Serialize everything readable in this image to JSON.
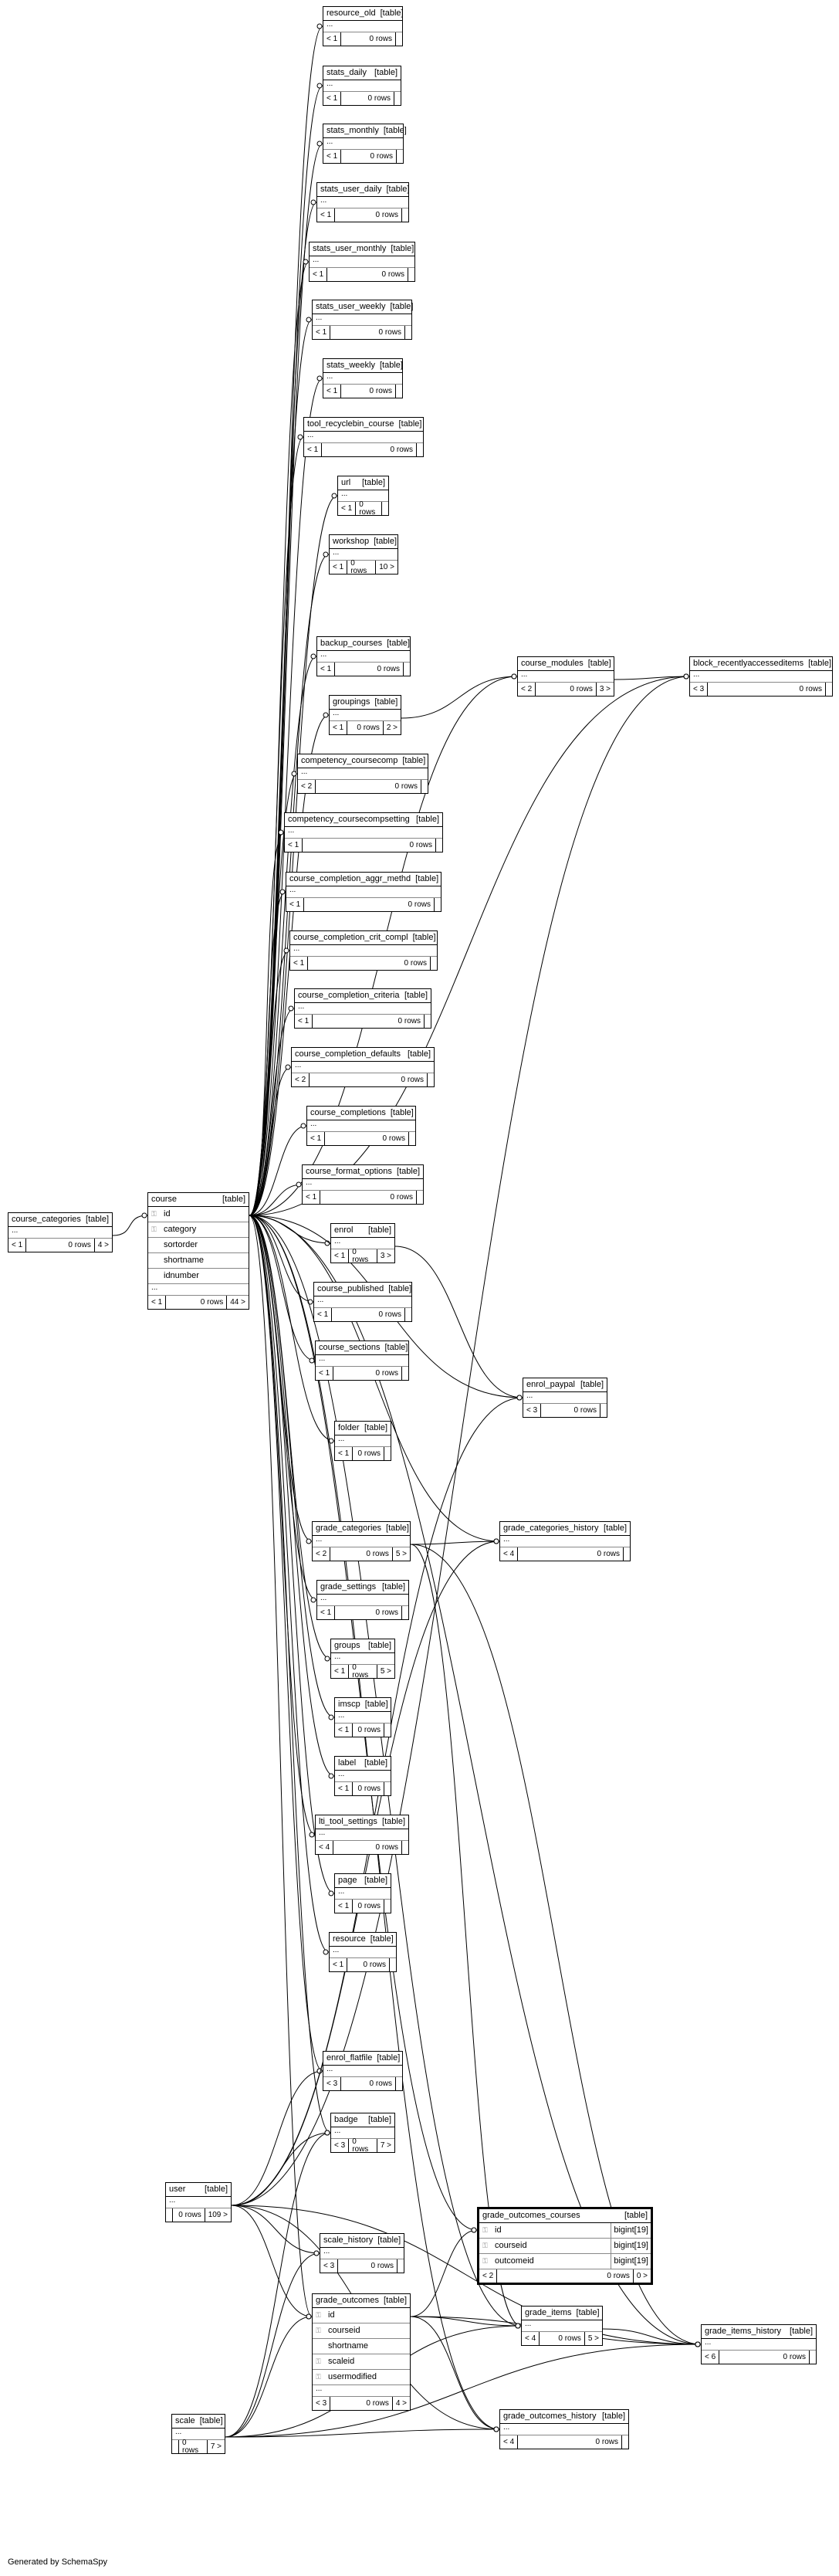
{
  "footer_credit": "Generated by SchemaSpy",
  "tables": [
    {
      "id": "resource_old",
      "name": "resource_old",
      "label": "[table]",
      "parents": "< 1",
      "rows": "0 rows",
      "children": "",
      "ellipsis": "..."
    },
    {
      "id": "stats_daily",
      "name": "stats_daily",
      "label": "[table]",
      "parents": "< 1",
      "rows": "0 rows",
      "children": "",
      "ellipsis": "..."
    },
    {
      "id": "stats_monthly",
      "name": "stats_monthly",
      "label": "[table]",
      "parents": "< 1",
      "rows": "0 rows",
      "children": "",
      "ellipsis": "..."
    },
    {
      "id": "stats_user_daily",
      "name": "stats_user_daily",
      "label": "[table]",
      "parents": "< 1",
      "rows": "0 rows",
      "children": "",
      "ellipsis": "..."
    },
    {
      "id": "stats_user_monthly",
      "name": "stats_user_monthly",
      "label": "[table]",
      "parents": "< 1",
      "rows": "0 rows",
      "children": "",
      "ellipsis": "..."
    },
    {
      "id": "stats_user_weekly",
      "name": "stats_user_weekly",
      "label": "[table]",
      "parents": "< 1",
      "rows": "0 rows",
      "children": "",
      "ellipsis": "..."
    },
    {
      "id": "stats_weekly",
      "name": "stats_weekly",
      "label": "[table]",
      "parents": "< 1",
      "rows": "0 rows",
      "children": "",
      "ellipsis": "..."
    },
    {
      "id": "tool_recyclebin_course",
      "name": "tool_recyclebin_course",
      "label": "[table]",
      "parents": "< 1",
      "rows": "0 rows",
      "children": "",
      "ellipsis": "..."
    },
    {
      "id": "url",
      "name": "url",
      "label": "[table]",
      "parents": "< 1",
      "rows": "0 rows",
      "children": "",
      "ellipsis": "..."
    },
    {
      "id": "workshop",
      "name": "workshop",
      "label": "[table]",
      "parents": "< 1",
      "rows": "0 rows",
      "children": "10 >",
      "ellipsis": "..."
    },
    {
      "id": "backup_courses",
      "name": "backup_courses",
      "label": "[table]",
      "parents": "< 1",
      "rows": "0 rows",
      "children": "",
      "ellipsis": "..."
    },
    {
      "id": "course_modules",
      "name": "course_modules",
      "label": "[table]",
      "parents": "< 2",
      "rows": "0 rows",
      "children": "3 >",
      "ellipsis": "..."
    },
    {
      "id": "block_recentlyaccesseditems",
      "name": "block_recentlyaccesseditems",
      "label": "[table]",
      "parents": "< 3",
      "rows": "0 rows",
      "children": "",
      "ellipsis": "..."
    },
    {
      "id": "groupings",
      "name": "groupings",
      "label": "[table]",
      "parents": "< 1",
      "rows": "0 rows",
      "children": "2 >",
      "ellipsis": "..."
    },
    {
      "id": "competency_coursecomp",
      "name": "competency_coursecomp",
      "label": "[table]",
      "parents": "< 2",
      "rows": "0 rows",
      "children": "",
      "ellipsis": "..."
    },
    {
      "id": "competency_coursecompsetting",
      "name": "competency_coursecompsetting",
      "label": "[table]",
      "parents": "< 1",
      "rows": "0 rows",
      "children": "",
      "ellipsis": "..."
    },
    {
      "id": "course_completion_aggr_methd",
      "name": "course_completion_aggr_methd",
      "label": "[table]",
      "parents": "< 1",
      "rows": "0 rows",
      "children": "",
      "ellipsis": "..."
    },
    {
      "id": "course_completion_crit_compl",
      "name": "course_completion_crit_compl",
      "label": "[table]",
      "parents": "< 1",
      "rows": "0 rows",
      "children": "",
      "ellipsis": "..."
    },
    {
      "id": "course_completion_criteria",
      "name": "course_completion_criteria",
      "label": "[table]",
      "parents": "< 1",
      "rows": "0 rows",
      "children": "",
      "ellipsis": "..."
    },
    {
      "id": "course_completion_defaults",
      "name": "course_completion_defaults",
      "label": "[table]",
      "parents": "< 2",
      "rows": "0 rows",
      "children": "",
      "ellipsis": "..."
    },
    {
      "id": "course_completions",
      "name": "course_completions",
      "label": "[table]",
      "parents": "< 1",
      "rows": "0 rows",
      "children": "",
      "ellipsis": "..."
    },
    {
      "id": "course_format_options",
      "name": "course_format_options",
      "label": "[table]",
      "parents": "< 1",
      "rows": "0 rows",
      "children": "",
      "ellipsis": "..."
    },
    {
      "id": "course_categories",
      "name": "course_categories",
      "label": "[table]",
      "parents": "< 1",
      "rows": "0 rows",
      "children": "4 >",
      "ellipsis": "..."
    },
    {
      "id": "course",
      "name": "course",
      "label": "[table]",
      "parents": "< 1",
      "rows": "0 rows",
      "children": "44 >",
      "ellipsis": "...",
      "columns": [
        {
          "key": "PK",
          "name": "id"
        },
        {
          "key": "FK",
          "name": "category"
        },
        {
          "key": "",
          "name": "sortorder"
        },
        {
          "key": "",
          "name": "shortname"
        },
        {
          "key": "",
          "name": "idnumber"
        }
      ]
    },
    {
      "id": "enrol",
      "name": "enrol",
      "label": "[table]",
      "parents": "< 1",
      "rows": "0 rows",
      "children": "3 >",
      "ellipsis": "..."
    },
    {
      "id": "course_published",
      "name": "course_published",
      "label": "[table]",
      "parents": "< 1",
      "rows": "0 rows",
      "children": "",
      "ellipsis": "..."
    },
    {
      "id": "course_sections",
      "name": "course_sections",
      "label": "[table]",
      "parents": "< 1",
      "rows": "0 rows",
      "children": "",
      "ellipsis": "..."
    },
    {
      "id": "enrol_paypal",
      "name": "enrol_paypal",
      "label": "[table]",
      "parents": "< 3",
      "rows": "0 rows",
      "children": "",
      "ellipsis": "..."
    },
    {
      "id": "folder",
      "name": "folder",
      "label": "[table]",
      "parents": "< 1",
      "rows": "0 rows",
      "children": "",
      "ellipsis": "..."
    },
    {
      "id": "grade_categories",
      "name": "grade_categories",
      "label": "[table]",
      "parents": "< 2",
      "rows": "0 rows",
      "children": "5 >",
      "ellipsis": "..."
    },
    {
      "id": "grade_categories_history",
      "name": "grade_categories_history",
      "label": "[table]",
      "parents": "< 4",
      "rows": "0 rows",
      "children": "",
      "ellipsis": "..."
    },
    {
      "id": "grade_settings",
      "name": "grade_settings",
      "label": "[table]",
      "parents": "< 1",
      "rows": "0 rows",
      "children": "",
      "ellipsis": "..."
    },
    {
      "id": "groups",
      "name": "groups",
      "label": "[table]",
      "parents": "< 1",
      "rows": "0 rows",
      "children": "5 >",
      "ellipsis": "..."
    },
    {
      "id": "imscp",
      "name": "imscp",
      "label": "[table]",
      "parents": "< 1",
      "rows": "0 rows",
      "children": "",
      "ellipsis": "..."
    },
    {
      "id": "label",
      "name": "label",
      "label": "[table]",
      "parents": "< 1",
      "rows": "0 rows",
      "children": "",
      "ellipsis": "..."
    },
    {
      "id": "lti_tool_settings",
      "name": "lti_tool_settings",
      "label": "[table]",
      "parents": "< 4",
      "rows": "0 rows",
      "children": "",
      "ellipsis": "..."
    },
    {
      "id": "page",
      "name": "page",
      "label": "[table]",
      "parents": "< 1",
      "rows": "0 rows",
      "children": "",
      "ellipsis": "..."
    },
    {
      "id": "resource",
      "name": "resource",
      "label": "[table]",
      "parents": "< 1",
      "rows": "0 rows",
      "children": "",
      "ellipsis": "..."
    },
    {
      "id": "enrol_flatfile",
      "name": "enrol_flatfile",
      "label": "[table]",
      "parents": "< 3",
      "rows": "0 rows",
      "children": "",
      "ellipsis": "..."
    },
    {
      "id": "badge",
      "name": "badge",
      "label": "[table]",
      "parents": "< 3",
      "rows": "0 rows",
      "children": "7 >",
      "ellipsis": "..."
    },
    {
      "id": "user",
      "name": "user",
      "label": "[table]",
      "parents": "",
      "rows": "0 rows",
      "children": "109 >",
      "ellipsis": "..."
    },
    {
      "id": "grade_outcomes_courses",
      "name": "grade_outcomes_courses",
      "label": "[table]",
      "parents": "< 2",
      "rows": "0 rows",
      "children": "0 >",
      "focus": true,
      "columns": [
        {
          "key": "PK",
          "name": "id",
          "type": "bigint[19]"
        },
        {
          "key": "FK",
          "name": "courseid",
          "type": "bigint[19]"
        },
        {
          "key": "FK",
          "name": "outcomeid",
          "type": "bigint[19]"
        }
      ]
    },
    {
      "id": "scale_history",
      "name": "scale_history",
      "label": "[table]",
      "parents": "< 3",
      "rows": "0 rows",
      "children": "",
      "ellipsis": "..."
    },
    {
      "id": "grade_outcomes",
      "name": "grade_outcomes",
      "label": "[table]",
      "parents": "< 3",
      "rows": "0 rows",
      "children": "4 >",
      "ellipsis": "...",
      "columns": [
        {
          "key": "PK",
          "name": "id"
        },
        {
          "key": "FK",
          "name": "courseid"
        },
        {
          "key": "",
          "name": "shortname"
        },
        {
          "key": "FK",
          "name": "scaleid"
        },
        {
          "key": "FK",
          "name": "usermodified"
        }
      ]
    },
    {
      "id": "grade_items",
      "name": "grade_items",
      "label": "[table]",
      "parents": "< 4",
      "rows": "0 rows",
      "children": "5 >",
      "ellipsis": "..."
    },
    {
      "id": "grade_items_history",
      "name": "grade_items_history",
      "label": "[table]",
      "parents": "< 6",
      "rows": "0 rows",
      "children": "",
      "ellipsis": "..."
    },
    {
      "id": "scale",
      "name": "scale",
      "label": "[table]",
      "parents": "",
      "rows": "0 rows",
      "children": "7 >",
      "ellipsis": "..."
    },
    {
      "id": "grade_outcomes_history",
      "name": "grade_outcomes_history",
      "label": "[table]",
      "parents": "< 4",
      "rows": "0 rows",
      "children": "",
      "ellipsis": "..."
    }
  ]
}
